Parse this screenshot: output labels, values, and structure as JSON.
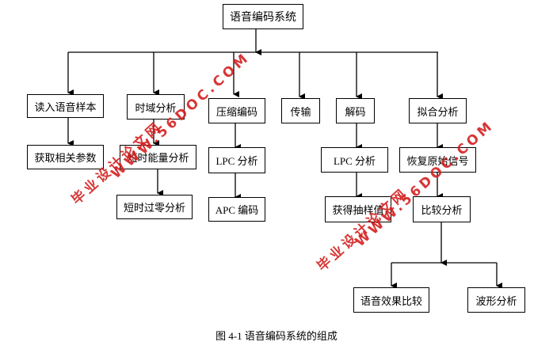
{
  "diagram": {
    "root": "语音编码系统",
    "nodes": {
      "read_sample": "读入语音样本",
      "get_params": "获取相关参数",
      "time_domain": "时域分析",
      "short_energy": "短时能量分析",
      "short_zero": "短时过零分析",
      "compress": "压缩编码",
      "lpc1": "LPC 分析",
      "apc": "APC 编码",
      "transmit": "传输",
      "decode": "解码",
      "lpc2": "LPC 分析",
      "get_samples": "获得抽样值",
      "fit": "拟合分析",
      "recover": "恢复原始信号",
      "compare": "比较分析",
      "effect_compare": "语音效果比较",
      "waveform": "波形分析"
    },
    "edges": [
      [
        "root",
        "read_sample"
      ],
      [
        "root",
        "time_domain"
      ],
      [
        "root",
        "compress"
      ],
      [
        "root",
        "transmit"
      ],
      [
        "root",
        "decode"
      ],
      [
        "root",
        "fit"
      ],
      [
        "read_sample",
        "get_params"
      ],
      [
        "time_domain",
        "short_energy"
      ],
      [
        "short_energy",
        "short_zero"
      ],
      [
        "compress",
        "lpc1"
      ],
      [
        "lpc1",
        "apc"
      ],
      [
        "decode",
        "lpc2"
      ],
      [
        "lpc2",
        "get_samples"
      ],
      [
        "fit",
        "recover"
      ],
      [
        "recover",
        "compare"
      ],
      [
        "compare",
        "effect_compare"
      ],
      [
        "compare",
        "waveform"
      ]
    ]
  },
  "caption": "图 4-1  语音编码系统的组成",
  "watermark": {
    "site_text_1": "WWW.56DOC.COM",
    "cn_text_1": "毕业设计论文网",
    "site_text_2": "WWW.56DOC.COM",
    "cn_text_2": "毕业设计论文网",
    "color": "#d42020"
  }
}
